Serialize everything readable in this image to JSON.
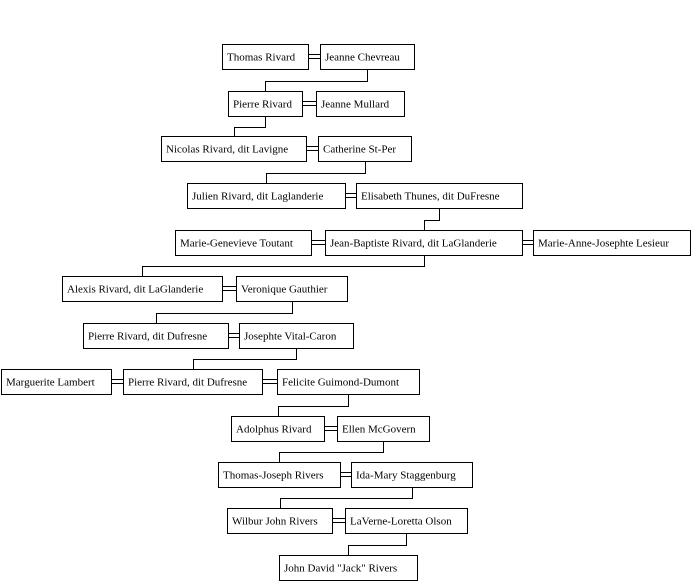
{
  "generations": [
    {
      "couple": [
        "Thomas Rivard",
        "Jeanne Chevreau"
      ]
    },
    {
      "couple": [
        "Pierre Rivard",
        "Jeanne Mullard"
      ]
    },
    {
      "couple": [
        "Nicolas Rivard, dit Lavigne",
        "Catherine St-Per"
      ]
    },
    {
      "couple": [
        "Julien Rivard, dit Laglanderie",
        "Elisabeth Thunes, dit DuFresne"
      ]
    },
    {
      "couple": [
        "Marie-Genevieve Toutant",
        "Jean-Baptiste Rivard, dit LaGlanderie",
        "Marie-Anne-Josephte Lesieur"
      ]
    },
    {
      "couple": [
        "Alexis Rivard, dit LaGlanderie",
        "Veronique Gauthier"
      ]
    },
    {
      "couple": [
        "Pierre Rivard, dit Dufresne",
        "Josephte Vital-Caron"
      ]
    },
    {
      "couple": [
        "Marguerite Lambert",
        "Pierre Rivard, dit Dufresne",
        "Felicite Guimond-Dumont"
      ]
    },
    {
      "couple": [
        "Adolphus Rivard",
        "Ellen McGovern"
      ]
    },
    {
      "couple": [
        "Thomas-Joseph Rivers",
        "Ida-Mary Staggenburg"
      ]
    },
    {
      "couple": [
        "Wilbur John Rivers",
        "LaVerne-Loretta Olson"
      ]
    },
    {
      "couple": [
        "John David \"Jack\" Rivers"
      ]
    }
  ]
}
